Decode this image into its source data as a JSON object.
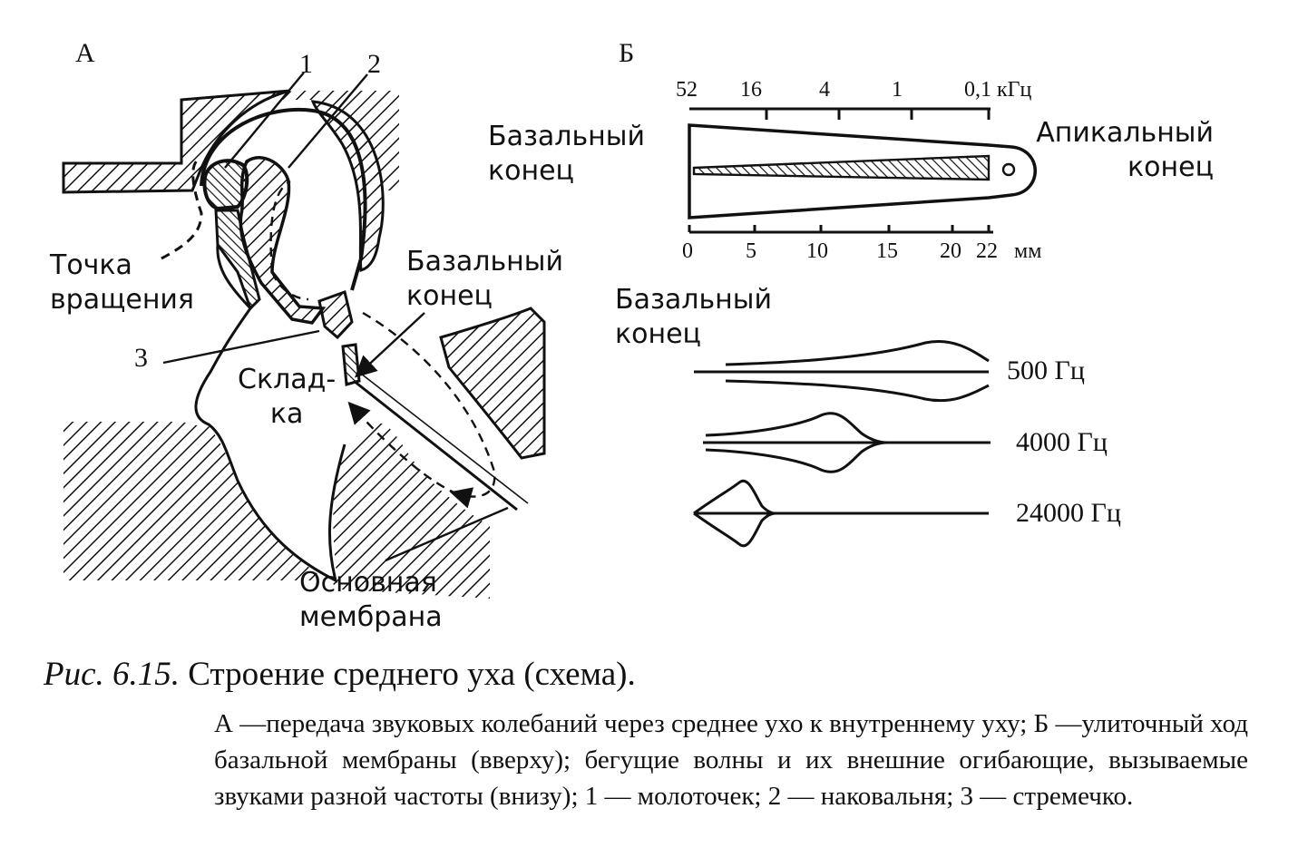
{
  "panel_a": {
    "title": "А",
    "num_1": "1",
    "num_2": "2",
    "num_3": "3",
    "pivot_label": "Точка\nвращения",
    "fold_label": "Склад-\nка",
    "basal_end_label": "Базальный\nконец",
    "membrane_label": "Основная\nмембрана"
  },
  "panel_b": {
    "title": "Б",
    "freq_ticks": [
      "52",
      "16",
      "4",
      "1",
      "0,1 кГц"
    ],
    "mm_ticks": [
      "0",
      "5",
      "10",
      "15",
      "20",
      "22",
      "мм"
    ],
    "basal_end_label": "Базальный\nконец",
    "apical_end_label": "Апикальный\nконец",
    "basal_end_label_waves": "Базальный\nконец",
    "waves": [
      {
        "label": "500 Гц"
      },
      {
        "label": "4000 Гц"
      },
      {
        "label": "24000 Гц"
      }
    ]
  },
  "caption": {
    "fig_number": "Рис. 6.15.",
    "title": " Строение среднего уха (схема).",
    "description": "А —передача звуковых колебаний через среднее ухо к внутреннему уху; Б —улиточный ход базальной мембраны (вверху); бегущие волны и их внешние огибающие, вызываемые звуками разной частоты (внизу); 1 — молоточек; 2 — наковальня; 3 — стремечко."
  }
}
